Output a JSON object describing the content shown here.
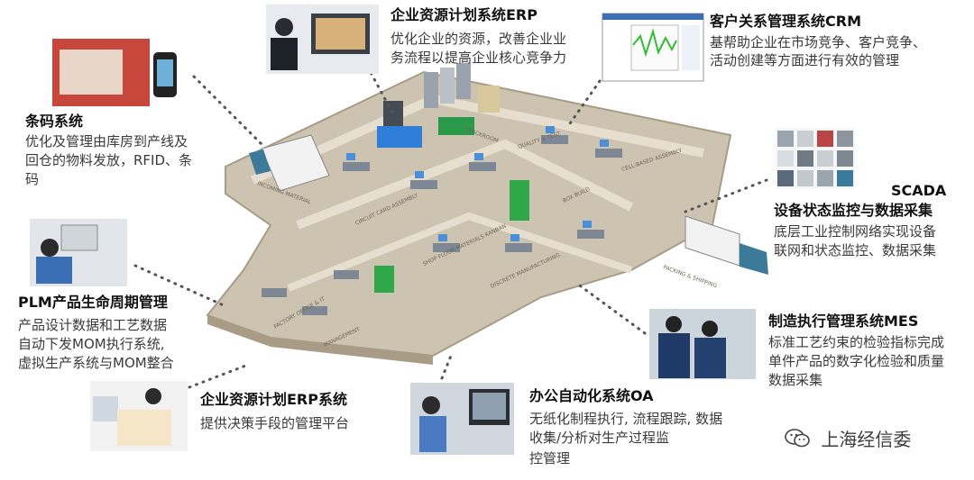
{
  "modules": {
    "erp_top": {
      "title": "企业资源计划系统ERP",
      "desc": [
        "优化企业的资源，改善企业业",
        "务流程以提高企业核心竞争力"
      ]
    },
    "crm": {
      "title": "客户关系管理系统CRM",
      "desc": [
        "基帮助企业在市场竞争、客户竞争、",
        "活动创建等方面进行有效的管理"
      ]
    },
    "barcode": {
      "title": "条码系统",
      "desc": [
        "优化及管理由库房到产线及",
        "回仓的物料发放，RFID、条",
        "码"
      ]
    },
    "scada": {
      "title_en": "SCADA",
      "title": "设备状态监控与数据采集",
      "desc": [
        "底层工业控制网络实现设备",
        "联网和状态监控、数据采集"
      ]
    },
    "plm": {
      "title": "PLM产品生命周期管理",
      "desc": [
        "产品设计数据和工艺数据",
        "自动下发MOM执行系统,",
        "虚拟生产系统与MOM整合"
      ]
    },
    "mes": {
      "title": "制造执行管理系统MES",
      "desc": [
        "标准工艺约束的检验指标完成",
        "单件产品的数字化检验和质量",
        "数据采集"
      ]
    },
    "erp_bottom": {
      "title": "企业资源计划ERP系统",
      "desc": [
        "提供决策手段的管理平台"
      ]
    },
    "oa": {
      "title": "办公自动化系统OA",
      "desc": [
        "无纸化制程执行, 流程跟踪, 数据",
        "收集/分析对生产过程监",
        "控管理"
      ]
    }
  },
  "factory_labels": [
    "INCOMING MATERIAL",
    "STOCKROOM",
    "QUALITY & TEST",
    "CELL-BASED ASSEMBLY",
    "CIRCUIT CARD ASSEMBLY",
    "BOX BUILD",
    "SHOP FLOOR MATERIALS KANBAN",
    "FACTORY OFFICE & IT",
    "DISCRETE MANUFACTURING",
    "PACKING & SHIPPING",
    "MANAGEMENT"
  ],
  "watermark": "上海经信委",
  "colors": {
    "floor": "#cdc3b1",
    "floor_edge": "#a89c86",
    "dots": "#555555",
    "crm_chart": "#2fbf2f"
  }
}
